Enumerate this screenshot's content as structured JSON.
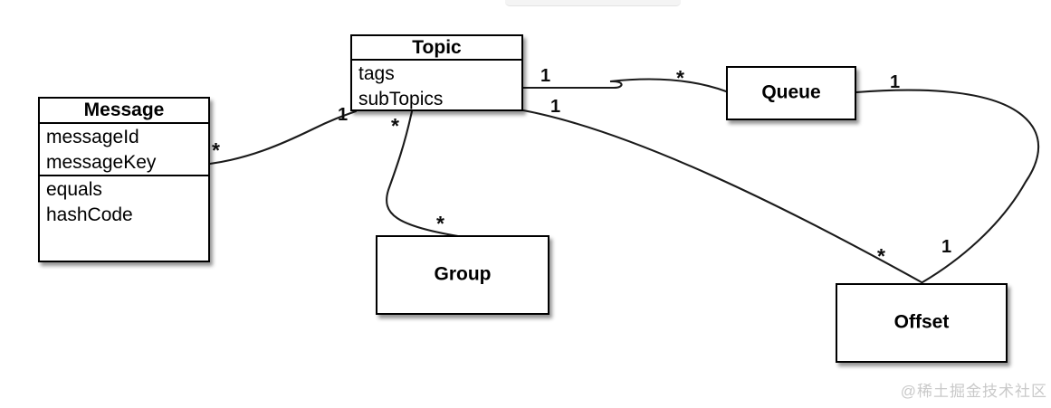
{
  "diagram": {
    "type": "uml-class-diagram",
    "classes": [
      {
        "name": "Message",
        "attributes": [
          "messageId",
          "messageKey"
        ],
        "methods": [
          "equals",
          "hashCode"
        ]
      },
      {
        "name": "Topic",
        "attributes": [
          "tags",
          "subTopics"
        ],
        "methods": []
      },
      {
        "name": "Queue",
        "attributes": [],
        "methods": []
      },
      {
        "name": "Group",
        "attributes": [],
        "methods": []
      },
      {
        "name": "Offset",
        "attributes": [],
        "methods": []
      }
    ],
    "associations": [
      {
        "from": "Message",
        "to": "Topic",
        "from_label": "*",
        "to_label": "1"
      },
      {
        "from": "Topic",
        "to": "Queue",
        "from_label": "1",
        "to_label": "*"
      },
      {
        "from": "Topic",
        "to": "Group",
        "from_label": "*",
        "to_label": "*"
      },
      {
        "from": "Topic",
        "to": "Offset",
        "from_label": "1",
        "to_label": "*"
      },
      {
        "from": "Queue",
        "to": "Offset",
        "from_label": "1",
        "to_label": "1"
      }
    ]
  },
  "watermark": "@稀土掘金技术社区",
  "colors": {
    "line": "#1b1b1b",
    "box_border": "#000000",
    "box_fill": "#ffffff",
    "watermark": "#c9c9c9"
  }
}
